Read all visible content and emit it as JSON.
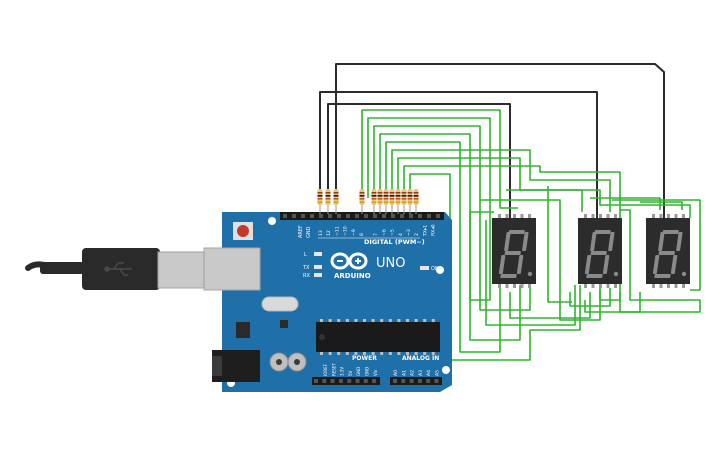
{
  "board": {
    "brand": "ARDUINO",
    "model": "UNO",
    "digital_label": "DIGITAL (PWM~)",
    "power_label": "POWER",
    "analog_label": "ANALOG IN",
    "aref_label": "AREF",
    "gnd_label": "GND",
    "on_label": "ON",
    "tx_label": "TX",
    "rx_label": "RX",
    "l_label": "L",
    "pin_labels": [
      "13",
      "12",
      "~11",
      "~10",
      "~9",
      "8",
      "7",
      "~6",
      "~5",
      "4",
      "~3",
      "2",
      "TX▸1",
      "RX◂0"
    ],
    "power_pins": [
      "IOREF",
      "RESET",
      "3.3V",
      "5V",
      "GND",
      "GND",
      "Vin"
    ],
    "analog_pins": [
      "A0",
      "A1",
      "A2",
      "A3",
      "A4",
      "A5"
    ]
  },
  "displays": [
    {
      "id": "display-1",
      "digit": "8"
    },
    {
      "id": "display-2",
      "digit": "8"
    },
    {
      "id": "display-3",
      "digit": "8"
    }
  ],
  "colors": {
    "board": "#1f6fa8",
    "board_dark": "#175a8a",
    "wire_green": "#2fb52f",
    "wire_black": "#2b2b2b",
    "display_body": "#2c2c2c",
    "segment": "#8a8a8a",
    "resistor": "#e8c28a",
    "usb": "#2a2a2a",
    "usb_metal": "#c9c9c9"
  }
}
